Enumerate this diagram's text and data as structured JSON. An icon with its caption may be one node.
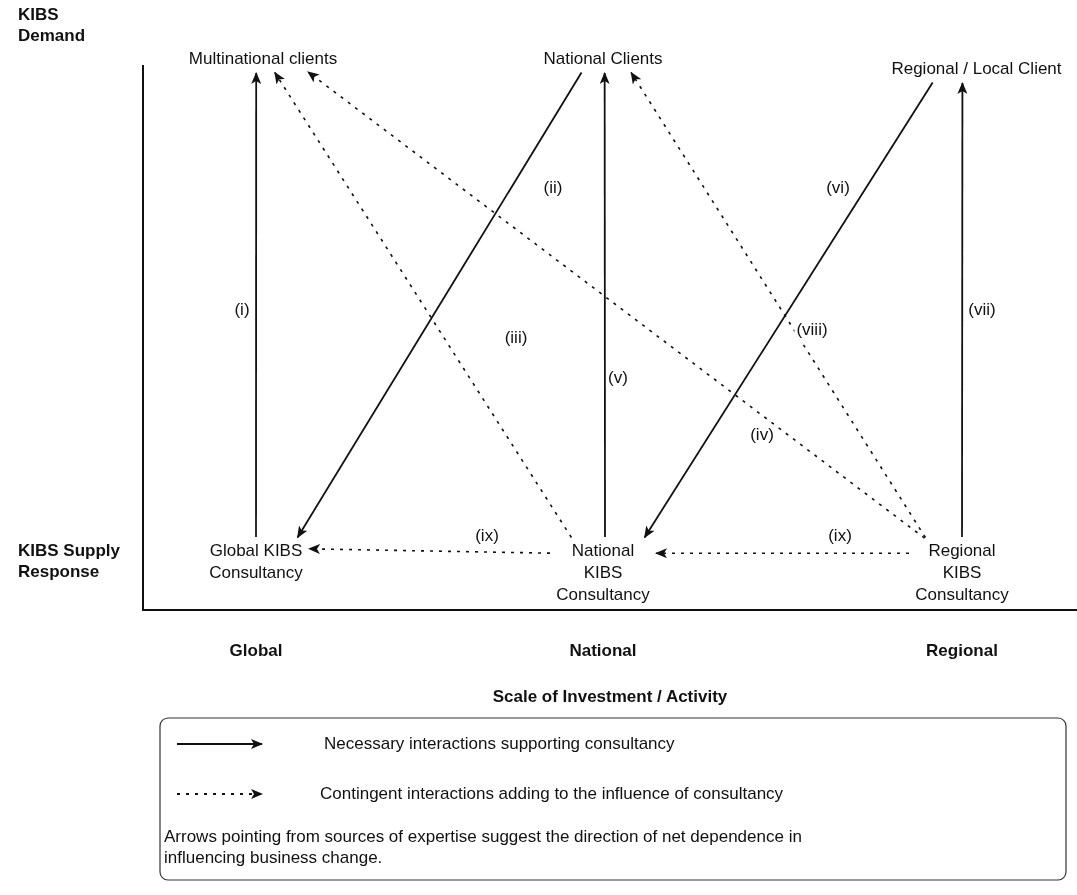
{
  "diagram": {
    "nodes": [
      {
        "text": [
          "Multinational clients"
        ]
      },
      {
        "text": [
          "National Clients"
        ]
      },
      {
        "text": [
          "Regional / Local Client"
        ]
      },
      {
        "text": [
          "Global KIBS Consultancy"
        ]
      },
      {
        "text": [
          "National KIBS Consultancy"
        ]
      },
      {
        "text": [
          "Regional KIBS Consultancy"
        ]
      }
    ],
    "edges": [
      {
        "from": 3,
        "to": 0,
        "arrow": "to",
        "label": "(i)"
      },
      {
        "from": 1,
        "to": 3,
        "arrow": "to",
        "label": "(ii)"
      },
      {
        "from": 4,
        "to": 0,
        "arrow": "to",
        "label": "(iii)",
        "style": "dashed"
      },
      {
        "from": 4,
        "to": 1,
        "arrow": "to",
        "label": "(v)"
      },
      {
        "from": 5,
        "to": 0,
        "arrow": "to",
        "label": "(iv)",
        "style": "dashed"
      },
      {
        "from": 5,
        "to": 1,
        "arrow": "to",
        "label": "(viii)",
        "style": "dashed"
      },
      {
        "from": 2,
        "to": 4,
        "arrow": "to",
        "label": "(vi)"
      },
      {
        "from": 5,
        "to": 2,
        "arrow": "to",
        "label": "(vii)"
      },
      {
        "from": 4,
        "to": 3,
        "arrow": "to",
        "label": "(ix)",
        "style": "dashed"
      },
      {
        "from": 5,
        "to": 4,
        "arrow": "to",
        "label": "(ix)",
        "style": "dashed"
      }
    ],
    "labels": [
      "KIBS Demand",
      "KIBS Supply Response",
      "Global",
      "National",
      "Regional",
      "Scale of Investment / Activity",
      "Arrows pointing from sources of expertise suggest the direction of net dependence in influencing business change."
    ],
    "legend": [
      {
        "text": "Necessary interactions supporting consultancy"
      },
      {
        "text": "Contingent interactions adding to the influence of consultancy"
      }
    ]
  }
}
